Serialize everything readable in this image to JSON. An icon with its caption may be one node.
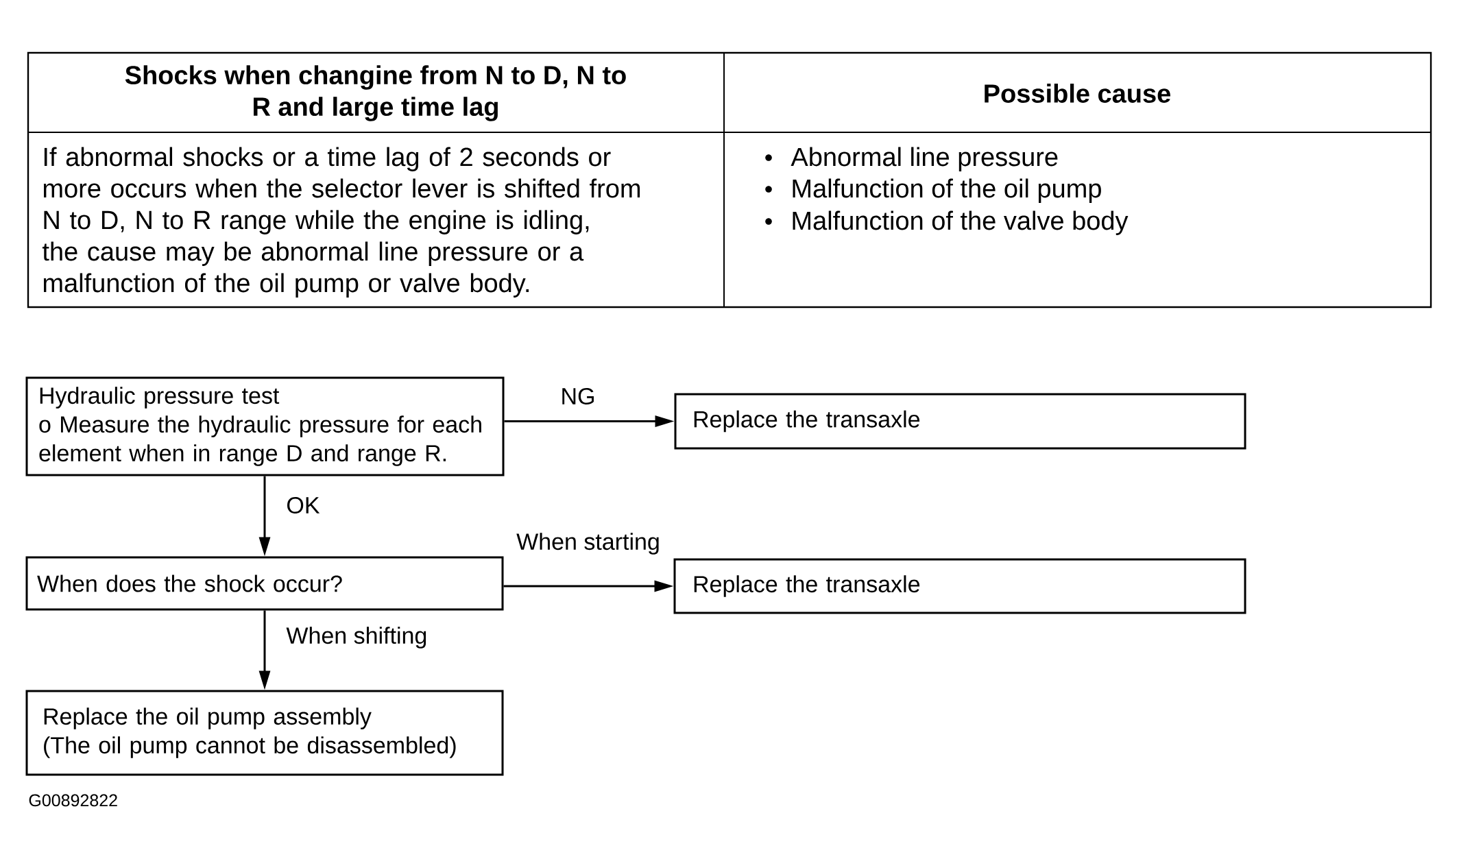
{
  "diagram": {
    "nodes": [
      {
        "text": [
          "Hydraulic pressure test",
          "o Measure the hydraulic pressure for each element when in range D and range R."
        ]
      },
      {
        "text": [
          "Replace the transaxle"
        ]
      },
      {
        "text": [
          "When does the shock occur?"
        ]
      },
      {
        "text": [
          "Replace the transaxle"
        ]
      },
      {
        "text": [
          "Replace the oil pump assembly",
          "(The oil pump cannot be disassembled)"
        ]
      }
    ],
    "edges": [
      {
        "from": 0,
        "to": 1,
        "arrow": "to",
        "label": "NG"
      },
      {
        "from": 0,
        "to": 2,
        "arrow": "to",
        "label": "OK"
      },
      {
        "from": 2,
        "to": 3,
        "arrow": "to",
        "label": "When starting"
      },
      {
        "from": 2,
        "to": 4,
        "arrow": "to",
        "label": "When shifting"
      }
    ],
    "labels": [
      "Shocks when changine from N to D, N to R and large time lag",
      "Possible cause",
      "If abnormal shocks or a time lag of 2 seconds or more occurs when the selector lever is shifted from N to D, N to R range while the engine is idling, the cause may be abnormal line pressure or a malfunction of the oil pump or valve body.",
      "Abnormal line pressure",
      "Malfunction of the oil pump",
      "Malfunction of the valve body",
      "G00892822"
    ]
  }
}
